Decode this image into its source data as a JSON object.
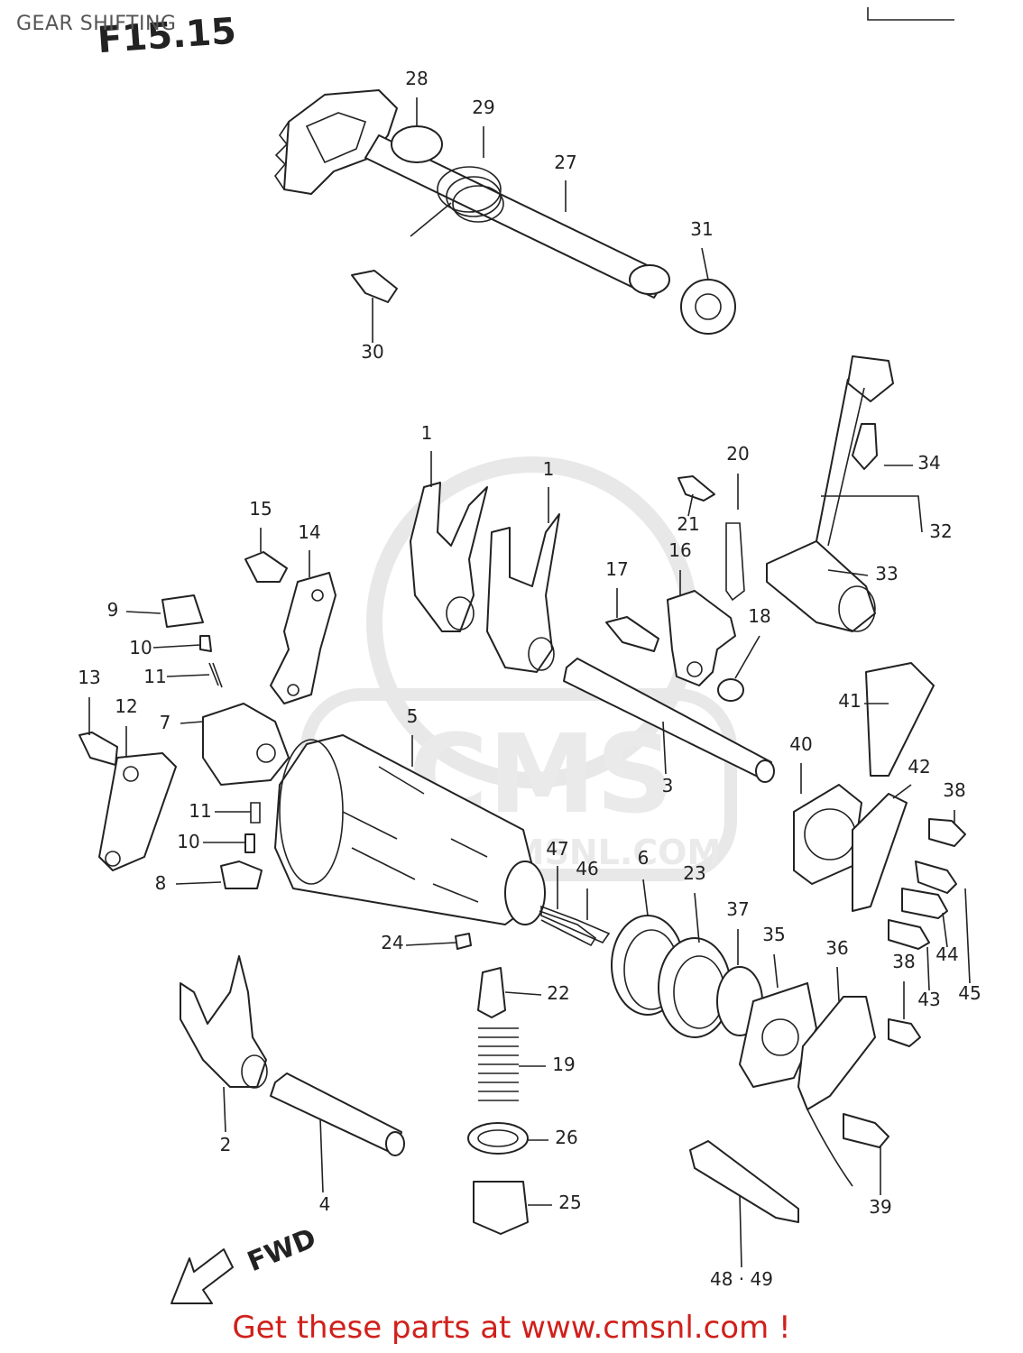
{
  "title": "GEAR SHIFTING",
  "page_code": "F15.15",
  "footer": "Get these parts at www.cmsnl.com !",
  "watermark": {
    "brand": "CMS",
    "url": "WWW.CMSNL.COM",
    "color": "#d9d9d9"
  },
  "fwd_label": "FWD",
  "accent_color": "#d0201b",
  "parts": [
    {
      "n": "1"
    },
    {
      "n": "1"
    },
    {
      "n": "2"
    },
    {
      "n": "3"
    },
    {
      "n": "4"
    },
    {
      "n": "5"
    },
    {
      "n": "6"
    },
    {
      "n": "7"
    },
    {
      "n": "8"
    },
    {
      "n": "9"
    },
    {
      "n": "10"
    },
    {
      "n": "10"
    },
    {
      "n": "11"
    },
    {
      "n": "11"
    },
    {
      "n": "12"
    },
    {
      "n": "13"
    },
    {
      "n": "14"
    },
    {
      "n": "15"
    },
    {
      "n": "16"
    },
    {
      "n": "17"
    },
    {
      "n": "18"
    },
    {
      "n": "19"
    },
    {
      "n": "20"
    },
    {
      "n": "21"
    },
    {
      "n": "22"
    },
    {
      "n": "23"
    },
    {
      "n": "24"
    },
    {
      "n": "25"
    },
    {
      "n": "26"
    },
    {
      "n": "27"
    },
    {
      "n": "28"
    },
    {
      "n": "29"
    },
    {
      "n": "30"
    },
    {
      "n": "31"
    },
    {
      "n": "32"
    },
    {
      "n": "33"
    },
    {
      "n": "34"
    },
    {
      "n": "35"
    },
    {
      "n": "36"
    },
    {
      "n": "37"
    },
    {
      "n": "38"
    },
    {
      "n": "38"
    },
    {
      "n": "39"
    },
    {
      "n": "40"
    },
    {
      "n": "41"
    },
    {
      "n": "42"
    },
    {
      "n": "43"
    },
    {
      "n": "44"
    },
    {
      "n": "45"
    },
    {
      "n": "46"
    },
    {
      "n": "47"
    },
    {
      "n": "48 · 49"
    }
  ]
}
